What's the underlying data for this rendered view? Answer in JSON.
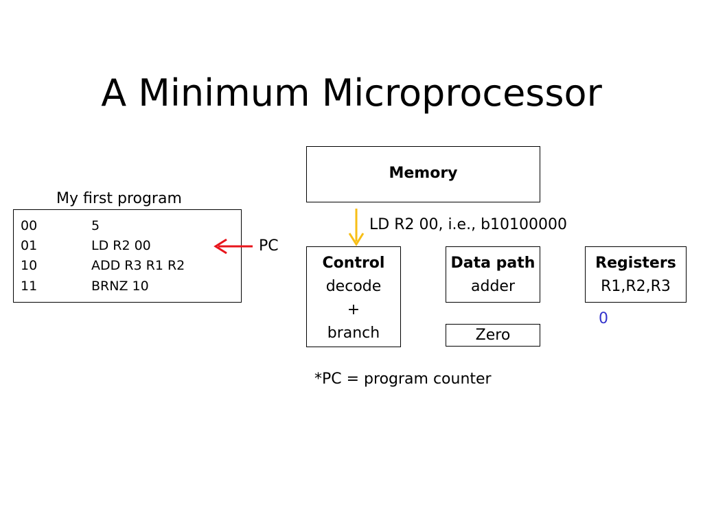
{
  "title": "A Minimum Microprocessor",
  "program": {
    "label": "My first program",
    "rows": [
      {
        "addr": "00",
        "instr": "5"
      },
      {
        "addr": "01",
        "instr": "LD R2 00"
      },
      {
        "addr": "10",
        "instr": "ADD R3 R1 R2"
      },
      {
        "addr": "11",
        "instr": "BRNZ 10"
      }
    ]
  },
  "pc_label": "PC",
  "memory": {
    "label": "Memory"
  },
  "memory_output": "LD R2 00, i.e., b10100000",
  "control": {
    "title": "Control",
    "lines": [
      "decode",
      "+",
      "branch"
    ]
  },
  "datapath": {
    "title": "Data path",
    "line": "adder"
  },
  "zero_box": "Zero",
  "registers": {
    "title": "Registers",
    "line": "R1,R2,R3"
  },
  "zero_value": "0",
  "footnote": "*PC = program counter",
  "colors": {
    "pc_arrow": "#e8141b",
    "memory_arrow": "#f7be16",
    "zero_value": "#3333cc"
  }
}
